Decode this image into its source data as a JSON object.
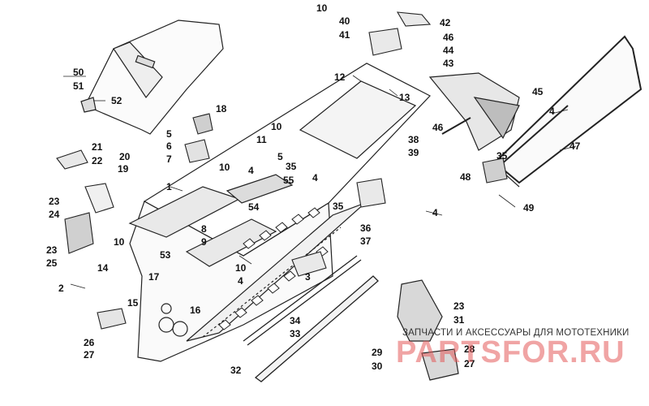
{
  "diagram": {
    "callouts": [
      "1",
      "2",
      "3",
      "4",
      "5",
      "6",
      "7",
      "8",
      "9",
      "10",
      "11",
      "12",
      "13",
      "14",
      "15",
      "16",
      "17",
      "18",
      "19",
      "20",
      "21",
      "22",
      "23",
      "24",
      "25",
      "26",
      "27",
      "28",
      "29",
      "30",
      "31",
      "32",
      "33",
      "34",
      "35",
      "36",
      "37",
      "38",
      "39",
      "40",
      "41",
      "42",
      "43",
      "44",
      "45",
      "46",
      "47",
      "48",
      "49",
      "50",
      "51",
      "52",
      "53",
      "54",
      "55"
    ],
    "drawing": {
      "line_color": "#222222",
      "shade_color": "#9a9a9a",
      "diamond_color": "#ffffff",
      "accent_color": "#cfcfcf"
    }
  },
  "watermark": {
    "subtitle": "ЗАПЧАСТИ И АКСЕССУАРЫ ДЛЯ МОТОТЕХНИКИ",
    "logo_text": "PARTSFOR.RU",
    "color": "#e45a5a"
  }
}
